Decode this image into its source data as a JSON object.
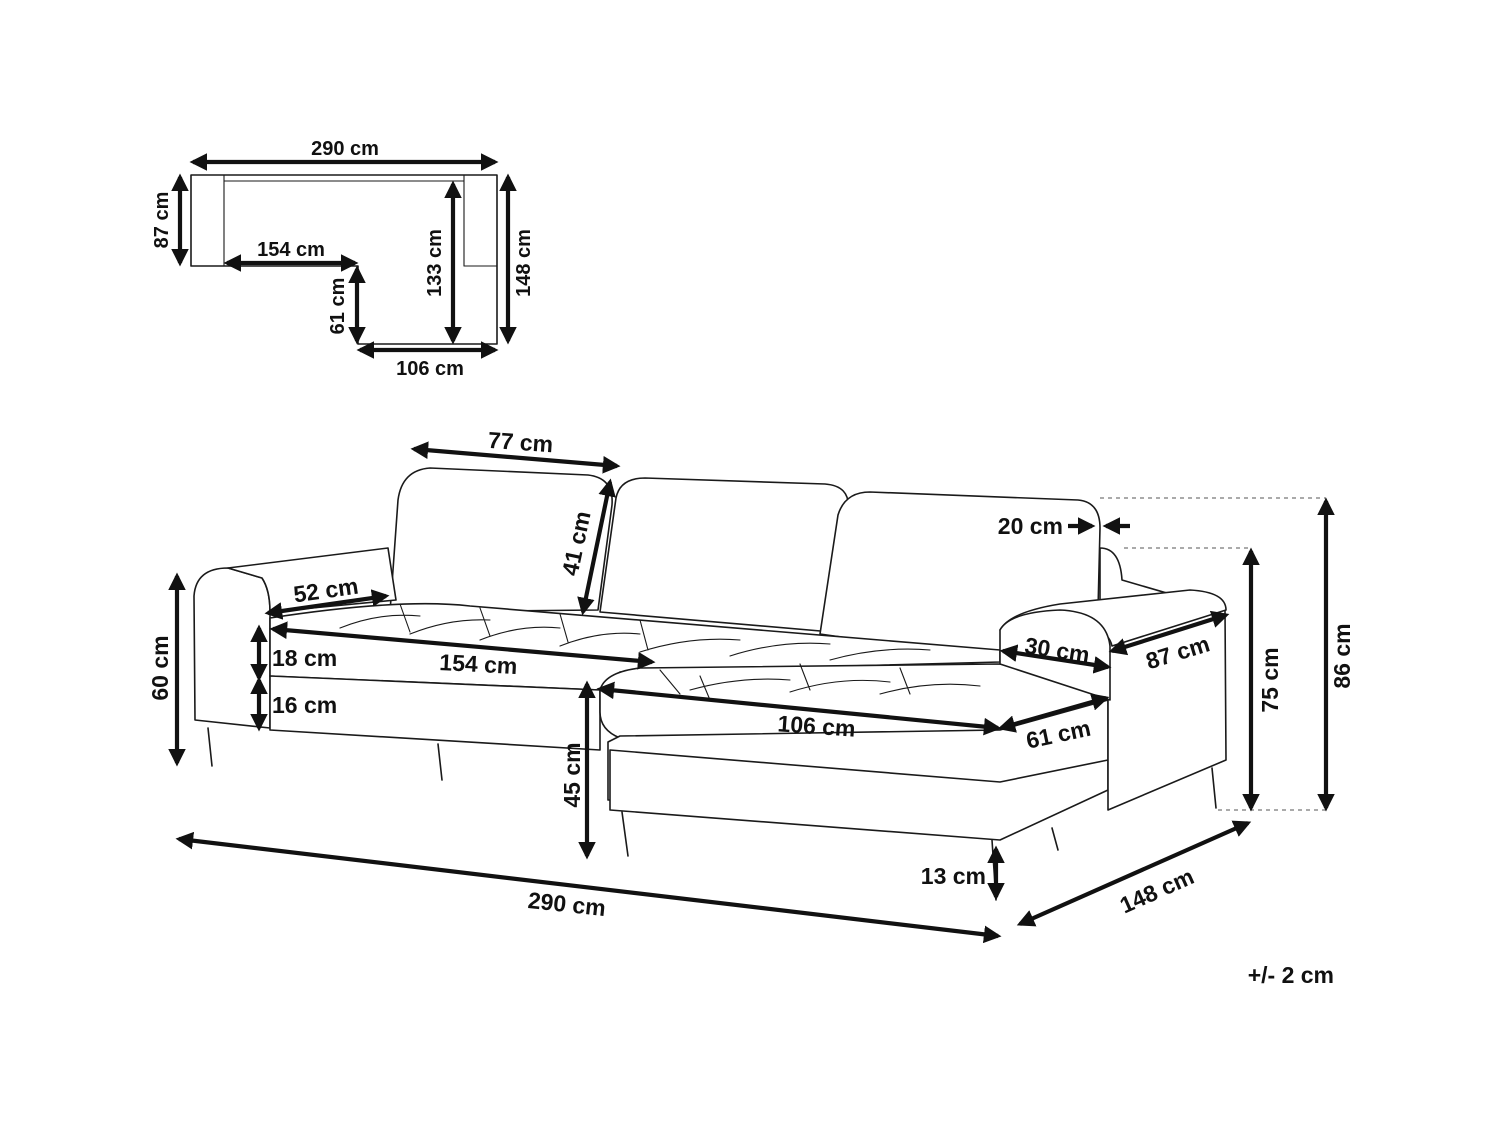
{
  "floor_plan": {
    "width_label": "290 cm",
    "left_depth_label": "87 cm",
    "seat_length_label": "154 cm",
    "chaise_depth_label": "61 cm",
    "chaise_width_label": "106 cm",
    "chaise_inner_label": "133 cm",
    "total_depth_label": "148 cm"
  },
  "sofa": {
    "back_cushion_width": "77 cm",
    "back_cushion_height": "41 cm",
    "armrest_depth": "52 cm",
    "armrest_height": "60 cm",
    "seat_cushion_height": "18 cm",
    "base_height": "16 cm",
    "seat_length": "154 cm",
    "backrest_thickness": "20 cm",
    "chaise_arm_width": "30 cm",
    "chaise_depth_top": "87 cm",
    "chaise_length": "106 cm",
    "chaise_seat_depth": "61 cm",
    "seat_height": "45 cm",
    "arm_height_75": "75 cm",
    "total_height": "86 cm",
    "leg_height": "13 cm",
    "total_width": "290 cm",
    "total_depth": "148 cm"
  },
  "tolerance": "+/- 2 cm"
}
